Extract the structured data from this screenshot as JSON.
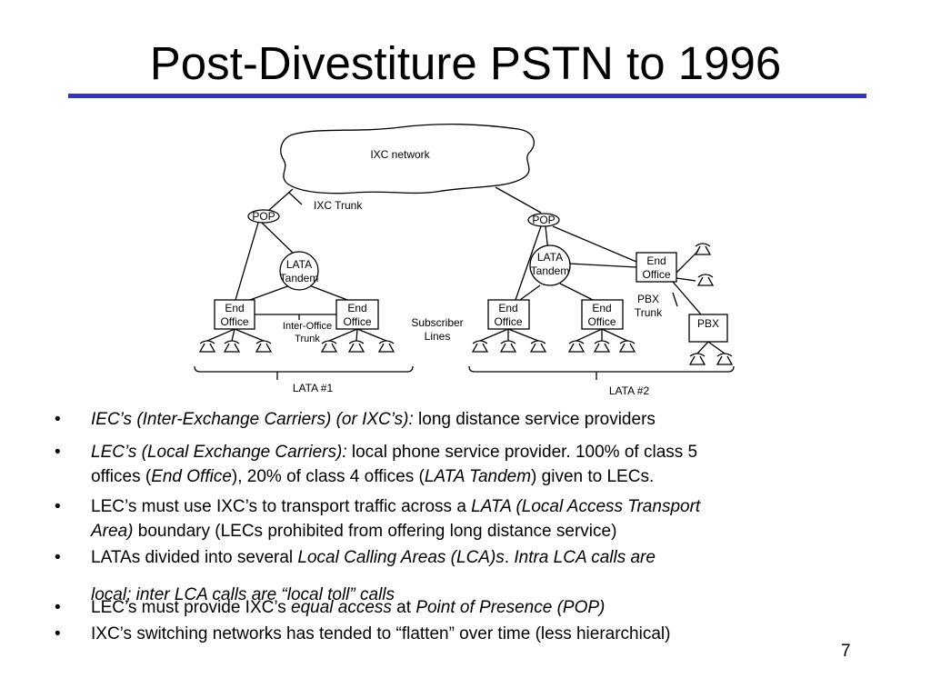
{
  "slide": {
    "title": "Post-Divestiture PSTN to 1996",
    "accent_color": "#3333cc",
    "page_number": "7"
  },
  "diagram": {
    "ixc_network": "IXC network",
    "ixc_trunk": "IXC Trunk",
    "pop": "POP",
    "lata_tandem": [
      "LATA",
      "Tandem"
    ],
    "end_office": [
      "End",
      "Office"
    ],
    "inter_office_trunk": [
      "Inter-Office",
      "Trunk"
    ],
    "subscriber_lines": [
      "Subscriber",
      "Lines"
    ],
    "pbx_trunk": [
      "PBX",
      "Trunk"
    ],
    "pbx": "PBX",
    "lata1": "LATA #1",
    "lata2": "LATA #2"
  },
  "bullets": [
    {
      "parts": [
        {
          "t": "IEC’s (Inter-Exchange Carriers) (or IXC’s):",
          "i": true
        },
        {
          "t": " long distance service providers"
        }
      ]
    },
    {
      "parts": [
        {
          "t": "LEC’s (Local Exchange Carriers):",
          "i": true
        },
        {
          "t": " local phone service provider. 100% of class 5"
        }
      ],
      "line2": [
        {
          "t": "offices ("
        },
        {
          "t": "End Office",
          "i": true
        },
        {
          "t": "), 20% of class 4 offices ("
        },
        {
          "t": "LATA Tandem",
          "i": true
        },
        {
          "t": ") given to LECs."
        }
      ]
    },
    {
      "parts": [
        {
          "t": "LEC’s must use IXC’s to transport traffic across a "
        },
        {
          "t": "LATA (Local Access Transport",
          "i": true
        }
      ],
      "line2": [
        {
          "t": "Area)",
          "i": true
        },
        {
          "t": " boundary (LECs prohibited from offering long distance service)"
        }
      ]
    },
    {
      "parts": [
        {
          "t": "LATAs divided into several "
        },
        {
          "t": "Local Calling Areas (LCA)s",
          "i": true
        },
        {
          "t": ".   "
        },
        {
          "t": "Intra LCA calls are",
          "i": true
        }
      ],
      "line2": [
        {
          "t": "local; inter LCA calls are “local toll” calls",
          "i": true
        }
      ]
    },
    {
      "parts": [
        {
          "t": "LEC’s must provide IXC’s "
        },
        {
          "t": "equal access",
          "i": true
        },
        {
          "t": " at "
        },
        {
          "t": "Point of Presence (POP)",
          "i": true
        }
      ]
    },
    {
      "parts": [
        {
          "t": "IXC’s switching networks has tended to “flatten” over time (less hierarchical)"
        }
      ]
    }
  ]
}
